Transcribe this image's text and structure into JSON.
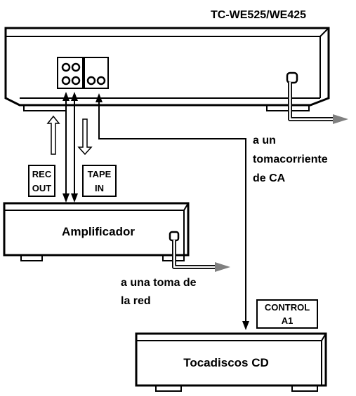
{
  "deck": {
    "model_label": "TC-WE525/WE425"
  },
  "jack_labels": {
    "rec_out": [
      "REC",
      "OUT"
    ],
    "tape_in": [
      "TAPE",
      "IN"
    ],
    "control_a1": [
      "CONTROL",
      "A1"
    ]
  },
  "amplifier": {
    "label": "Amplificador"
  },
  "cd_player": {
    "label": "Tocadiscos CD"
  },
  "power_notes": {
    "deck_outlet": [
      "a un",
      "tomacorriente",
      "de CA"
    ],
    "amp_outlet": [
      "a una toma de",
      "la red"
    ]
  },
  "colors": {
    "line": "#000000",
    "arrow_fill": "#808080",
    "panel": "#ffffff"
  }
}
